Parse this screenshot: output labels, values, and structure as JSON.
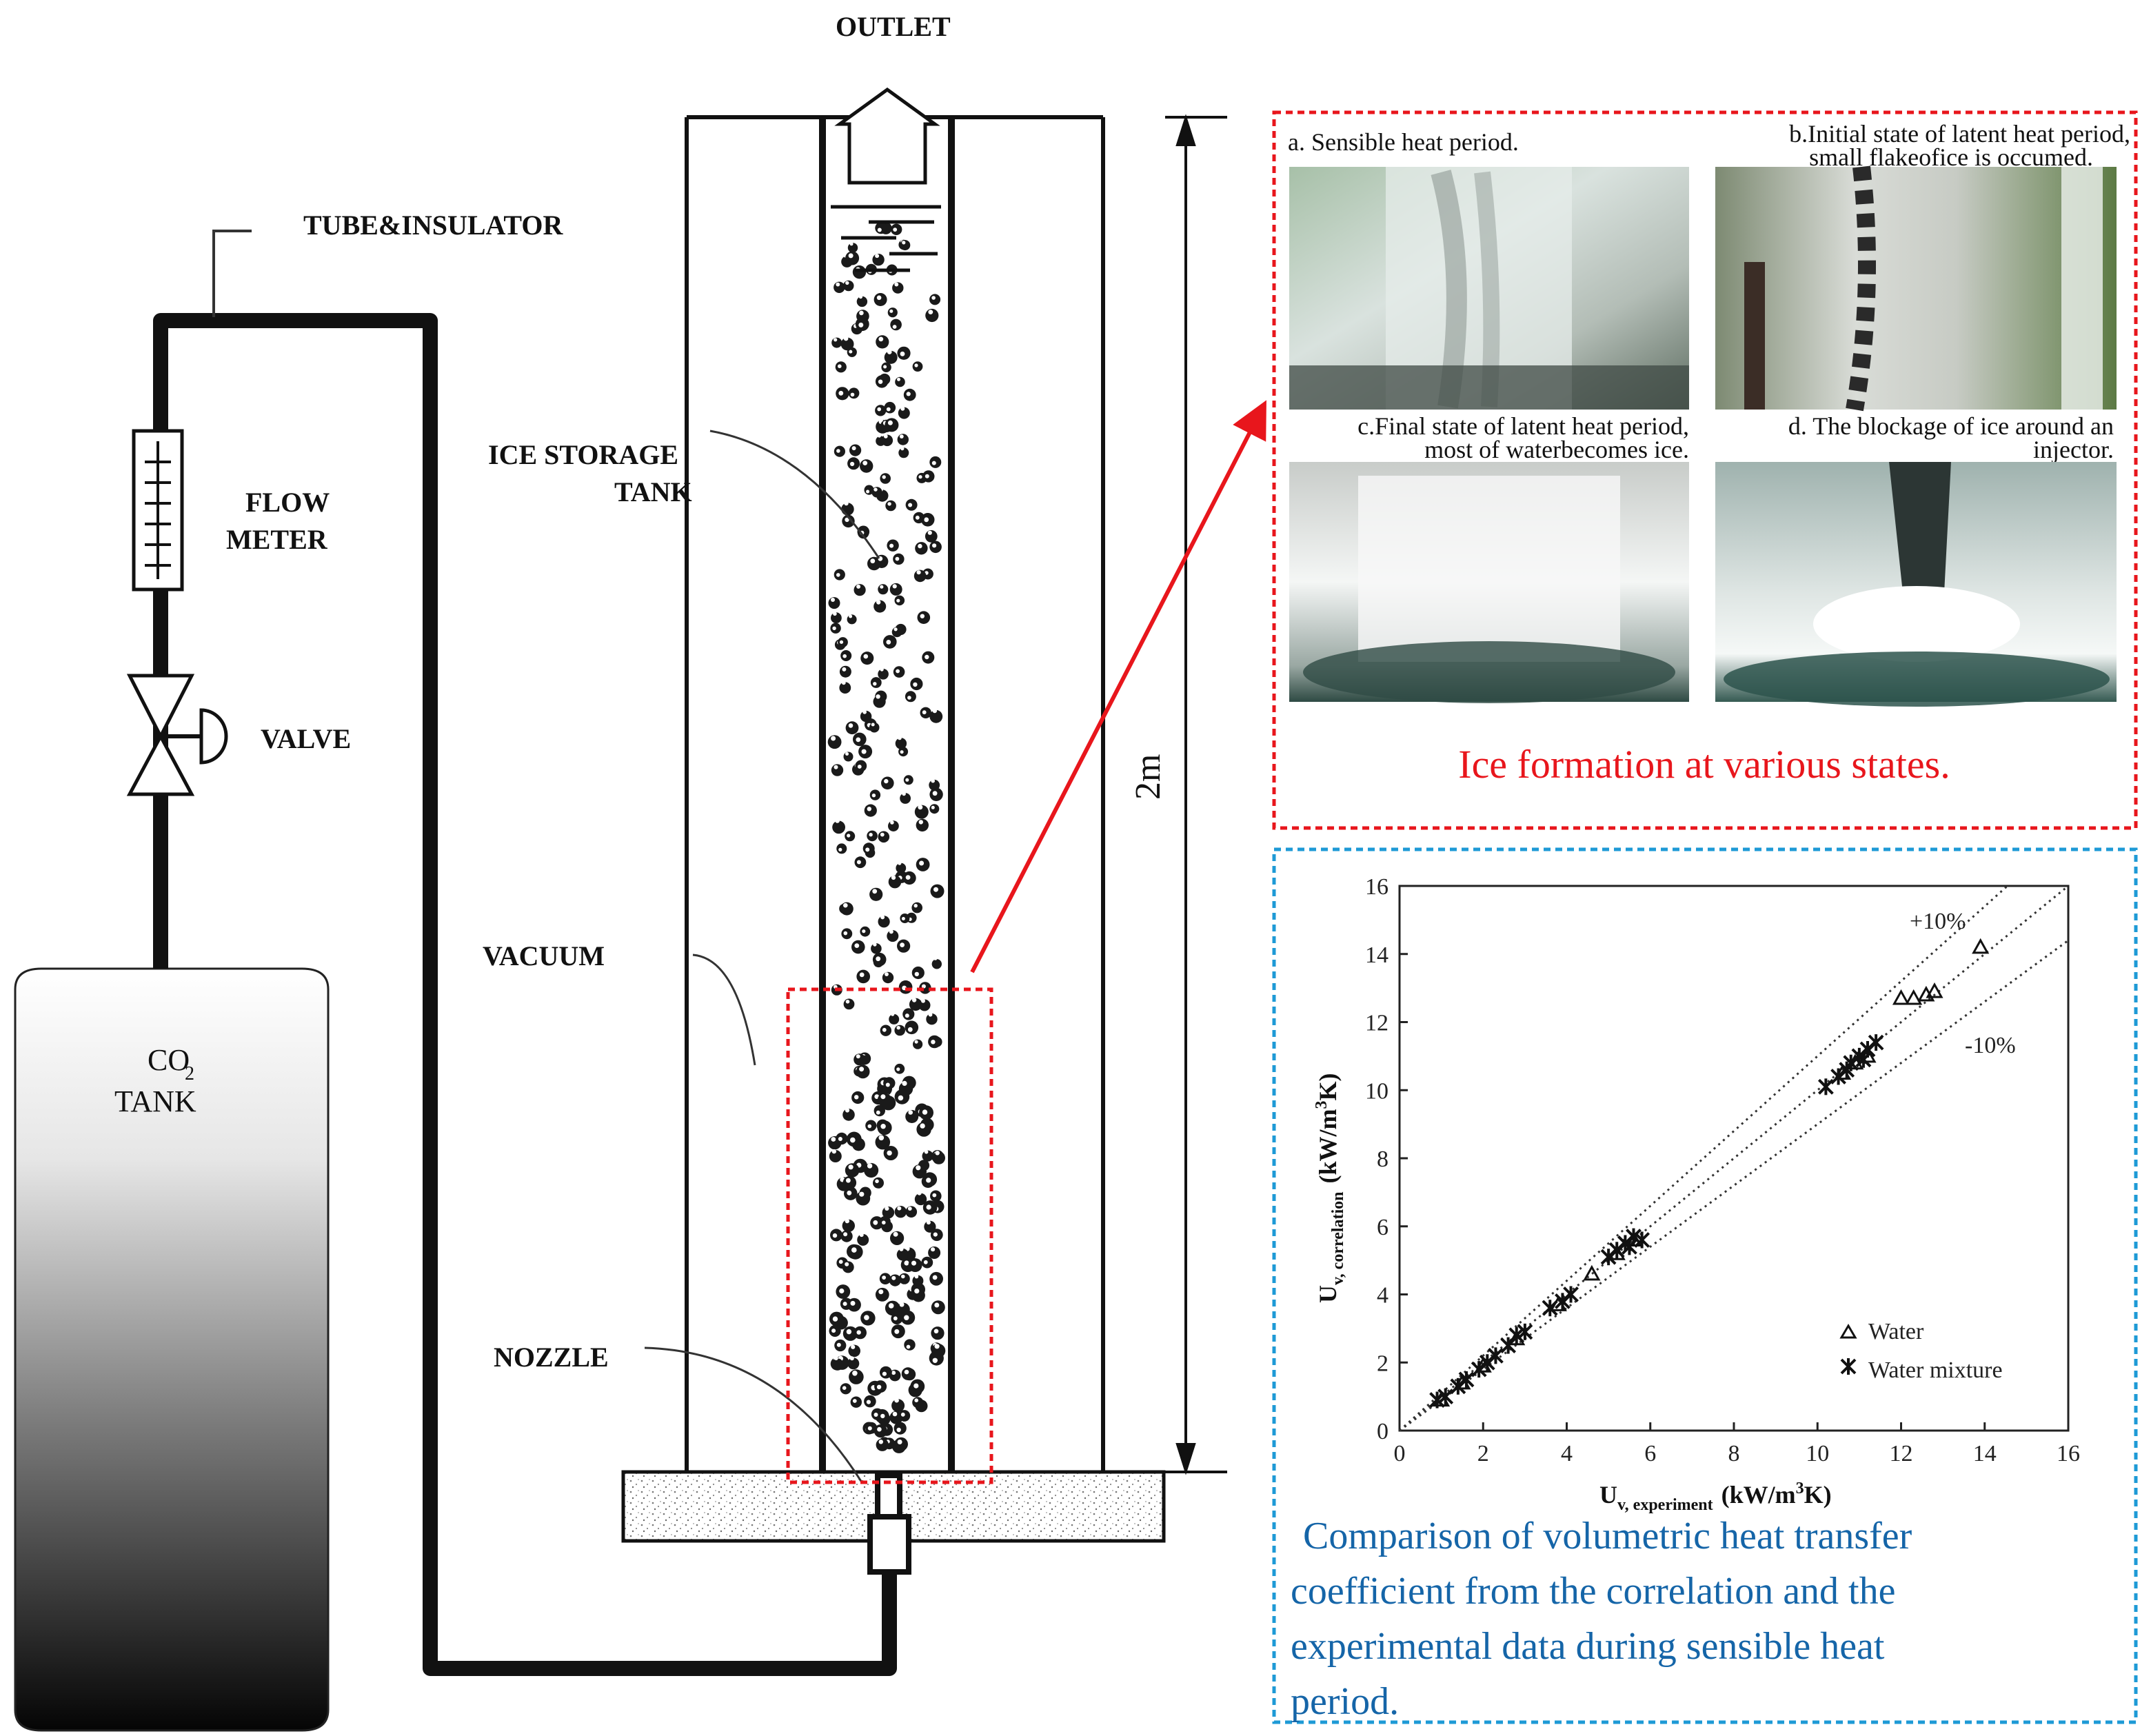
{
  "colors": {
    "red_frame": "#e8161c",
    "red_text": "#e8161c",
    "blue_frame": "#1e9ad6",
    "blue_text": "#1565a8",
    "line": "#111111"
  },
  "labels": {
    "outlet": "OUTLET",
    "tube_insulator": "TUBE&INSULATOR",
    "flow_meter_1": "FLOW",
    "flow_meter_2": "METER",
    "valve": "VALVE",
    "ice_storage_1": "ICE STORAGE",
    "ice_storage_2": "TANK",
    "vacuum": "VACUUM",
    "nozzle": "NOZZLE",
    "tank_line1": "CO",
    "tank_sub": "2",
    "tank_line2": "TANK",
    "height": "2m"
  },
  "photos": {
    "a_line1": "a. Sensible heat period.",
    "b_line1": "b.Initial state of latent heat period,",
    "b_line2": "small flakeofice is occumed.",
    "c_line1": "c.Final state of latent heat period,",
    "c_line2": "most of waterbecomes ice.",
    "d_line1": "d. The blockage of ice around an",
    "d_line2": "injector.",
    "title": "Ice formation at various states."
  },
  "comparison": {
    "line1": "Comparison  of  volumetric  heat  transfer",
    "line2": "coefficient  from  the  correlation   and  the",
    "line3": "experimental   data   during   sensible   heat",
    "line4": "period."
  },
  "chart_data": {
    "type": "scatter",
    "xlabel_main": "U",
    "xlabel_sub": "v, experiment",
    "xlabel_unit": "(kW/m",
    "xlabel_unit_sup": "3",
    "xlabel_unit_end": "K)",
    "ylabel_main": "U",
    "ylabel_sub": "v, correlation",
    "ylabel_unit": "(kW/m",
    "ylabel_unit_sup": "3",
    "ylabel_unit_end": "K)",
    "xlim": [
      0,
      16
    ],
    "ylim": [
      0,
      16
    ],
    "xticks": [
      0,
      2,
      4,
      6,
      8,
      10,
      12,
      14,
      16
    ],
    "yticks": [
      0,
      2,
      4,
      6,
      8,
      10,
      12,
      14,
      16
    ],
    "annotations": {
      "plus": "+10%",
      "minus": "-10%"
    },
    "reference_lines": [
      {
        "name": "parity",
        "slope": 1.0
      },
      {
        "name": "+10%",
        "slope": 1.1
      },
      {
        "name": "-10%",
        "slope": 0.9
      }
    ],
    "legend": {
      "placement": "bottom-right",
      "entries": [
        "Water",
        "Water mixture"
      ]
    },
    "series": [
      {
        "name": "Water",
        "marker": "triangle",
        "points": [
          [
            1.0,
            0.9
          ],
          [
            1.5,
            1.4
          ],
          [
            2.0,
            1.9
          ],
          [
            2.8,
            2.7
          ],
          [
            3.8,
            3.7
          ],
          [
            4.6,
            4.6
          ],
          [
            5.2,
            5.2
          ],
          [
            5.6,
            5.6
          ],
          [
            10.6,
            10.5
          ],
          [
            10.9,
            10.8
          ],
          [
            11.2,
            11.0
          ],
          [
            12.0,
            12.7
          ],
          [
            12.3,
            12.7
          ],
          [
            12.6,
            12.8
          ],
          [
            12.8,
            12.9
          ],
          [
            13.9,
            14.2
          ]
        ]
      },
      {
        "name": "Water mixture",
        "marker": "star",
        "points": [
          [
            0.9,
            0.9
          ],
          [
            1.1,
            1.0
          ],
          [
            1.4,
            1.3
          ],
          [
            1.6,
            1.5
          ],
          [
            1.9,
            1.8
          ],
          [
            2.1,
            2.0
          ],
          [
            2.3,
            2.2
          ],
          [
            2.6,
            2.5
          ],
          [
            2.8,
            2.8
          ],
          [
            3.0,
            2.9
          ],
          [
            3.6,
            3.6
          ],
          [
            3.9,
            3.8
          ],
          [
            4.1,
            4.0
          ],
          [
            5.0,
            5.1
          ],
          [
            5.2,
            5.3
          ],
          [
            5.4,
            5.5
          ],
          [
            5.6,
            5.7
          ],
          [
            5.8,
            5.6
          ],
          [
            5.5,
            5.4
          ],
          [
            10.2,
            10.1
          ],
          [
            10.5,
            10.4
          ],
          [
            10.8,
            10.8
          ],
          [
            11.0,
            11.0
          ],
          [
            11.2,
            11.2
          ],
          [
            11.4,
            11.4
          ],
          [
            10.7,
            10.6
          ],
          [
            11.1,
            10.9
          ]
        ]
      }
    ]
  }
}
